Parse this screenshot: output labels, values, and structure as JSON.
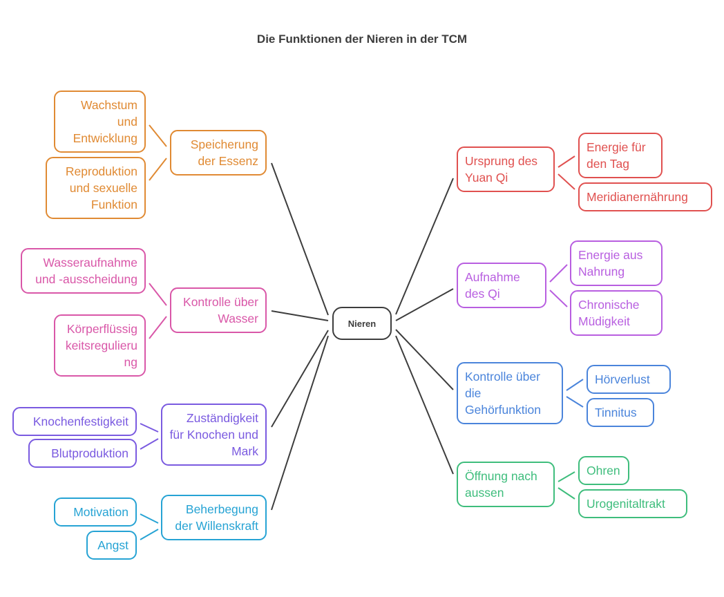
{
  "title": "Die Funktionen der Nieren in der TCM",
  "center": "Nieren",
  "branches": {
    "essenz": {
      "label": "Speicherung der Essenz",
      "color": "#e08a33",
      "children": [
        "Wachstum und Entwicklung",
        "Reproduktion und sexuelle Funktion"
      ]
    },
    "wasser": {
      "label": "Kontrolle über Wasser",
      "color": "#d957a8",
      "children": [
        "Wasseraufnahme und -ausscheidung",
        "Körperflüssigkeitsregulierung"
      ]
    },
    "knochen": {
      "label": "Zuständigkeit für Knochen und Mark",
      "color": "#7a5ae0",
      "children": [
        "Knochenfestigkeit",
        "Blutproduktion"
      ]
    },
    "wille": {
      "label": "Beherbegung der Willenskraft",
      "color": "#26a3d4",
      "children": [
        "Motivation",
        "Angst"
      ]
    },
    "yuanqi": {
      "label": "Ursprung des Yuan Qi",
      "color": "#e0504f",
      "children": [
        "Energie für den Tag",
        "Meridianernährung"
      ]
    },
    "qi": {
      "label": "Aufnahme des Qi",
      "color": "#b85ee0",
      "children": [
        "Energie aus Nahrung",
        "Chronische Müdigkeit"
      ]
    },
    "gehoer": {
      "label": "Kontrolle über die Gehörfunktion",
      "color": "#4a84db",
      "children": [
        "Hörverlust",
        "Tinnitus"
      ]
    },
    "aussen": {
      "label": "Öffnung nach aussen",
      "color": "#3ebd7c",
      "children": [
        "Ohren",
        "Urogenitaltrakt"
      ]
    }
  },
  "colors": {
    "center": "#3d3d3d",
    "edge": "#3d3d3d"
  }
}
